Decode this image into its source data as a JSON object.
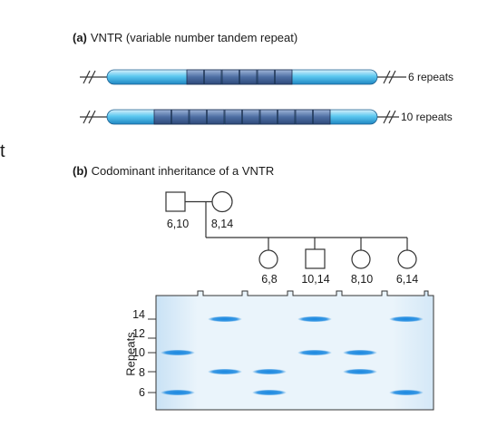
{
  "panel_a": {
    "letter": "(a)",
    "title": "VNTR (variable number tandem repeat)",
    "rows": [
      {
        "repeats": 6,
        "label": "6 repeats"
      },
      {
        "repeats": 10,
        "label": "10 repeats"
      }
    ]
  },
  "stray_text": "t",
  "panel_b": {
    "letter": "(b)",
    "title": "Codominant inheritance of a VNTR",
    "parents": [
      {
        "sex": "male",
        "genotype": "6,10"
      },
      {
        "sex": "female",
        "genotype": "8,14"
      }
    ],
    "children": [
      {
        "sex": "female",
        "genotype": "6,8"
      },
      {
        "sex": "male",
        "genotype": "10,14"
      },
      {
        "sex": "female",
        "genotype": "8,10"
      },
      {
        "sex": "female",
        "genotype": "6,14"
      }
    ],
    "gel": {
      "axis_label": "Repeats",
      "ticks": [
        "14",
        "12",
        "10",
        "8",
        "6"
      ],
      "lanes": [
        {
          "bands": [
            10,
            6
          ]
        },
        {
          "bands": [
            14,
            8
          ]
        },
        {
          "bands": [
            8,
            6
          ]
        },
        {
          "bands": [
            14,
            10
          ]
        },
        {
          "bands": [
            10,
            8
          ]
        },
        {
          "bands": [
            14,
            6
          ]
        }
      ]
    }
  },
  "colors": {
    "dna_light": "#d9f1fb",
    "dna_mid": "#5cc8f0",
    "dna_dark": "#1f86c2",
    "repeat_block": "#4d6ea3",
    "band": "#1a88e0",
    "gel_fill": "#e5f2fb",
    "line": "#333333"
  }
}
